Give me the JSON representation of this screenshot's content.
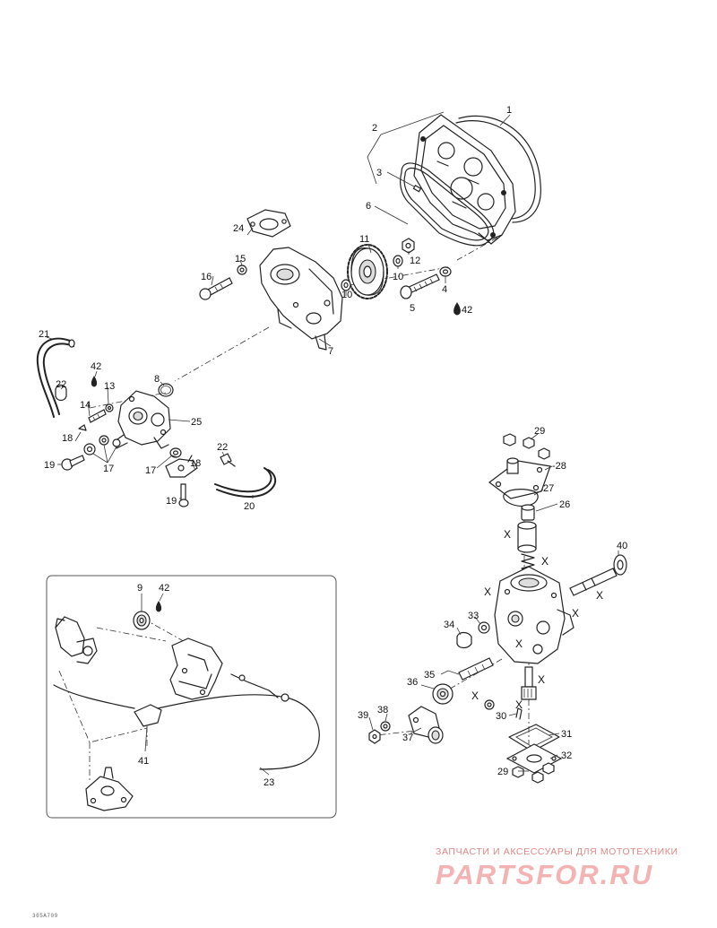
{
  "callouts": {
    "c1": "1",
    "c2": "2",
    "c3": "3",
    "c4": "4",
    "c5": "5",
    "c6": "6",
    "c7": "7",
    "c8": "8",
    "c9": "9",
    "c10a": "10",
    "c10b": "10",
    "c11": "11",
    "c12": "12",
    "c13": "13",
    "c14": "14",
    "c15": "15",
    "c16": "16",
    "c17a": "17",
    "c17b": "17",
    "c18a": "18",
    "c18b": "18",
    "c19a": "19",
    "c19b": "19",
    "c20": "20",
    "c21": "21",
    "c22a": "22",
    "c22b": "22",
    "c23": "23",
    "c24": "24",
    "c25": "25",
    "c26": "26",
    "c27": "27",
    "c28": "-28",
    "c29a": "29",
    "c29b": "29",
    "c30": "30",
    "c31": "31",
    "c32": "32",
    "c33": "33",
    "c34": "34",
    "c35": "35",
    "c36": "36",
    "c37": "37",
    "c38": "38",
    "c39": "39",
    "c40": "40",
    "c41": "41",
    "c42a": "42",
    "c42b": "42",
    "c42c": "42"
  },
  "x_mark": "X",
  "footer": {
    "code": "365A709"
  },
  "watermark": {
    "tagline": "ЗАПЧАСТИ И АКСЕССУАРЫ ДЛЯ МОТОТЕХНИКИ",
    "logo": "PARTSFOR.RU",
    "color": "#ef9a9a"
  }
}
